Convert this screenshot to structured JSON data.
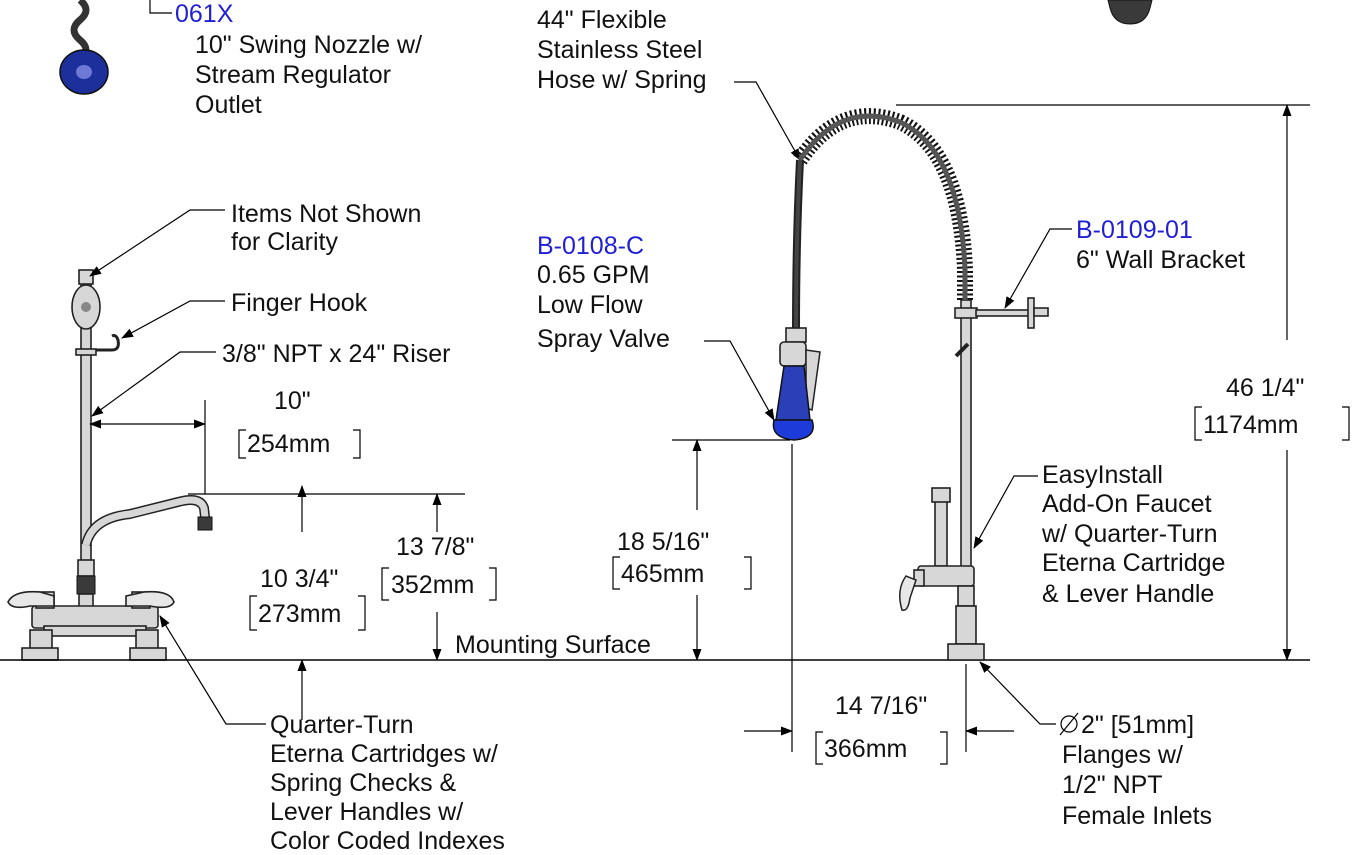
{
  "colors": {
    "part_number": "#1f1fd6",
    "spray_head": "#2a3fb8",
    "text": "#111111"
  },
  "callouts": {
    "swing_nozzle": {
      "part": "061X",
      "lines": [
        "10\" Swing Nozzle w/",
        "Stream Regulator",
        "Outlet"
      ]
    },
    "hose": {
      "lines": [
        "44\" Flexible",
        "Stainless Steel",
        "Hose w/ Spring"
      ]
    },
    "items_not_shown": {
      "lines": [
        "Items Not Shown",
        "for Clarity"
      ]
    },
    "finger_hook": {
      "lines": [
        "Finger Hook"
      ]
    },
    "riser": {
      "lines": [
        "3/8\" NPT x 24\" Riser"
      ]
    },
    "spray_valve": {
      "part": "B-0108-C",
      "lines": [
        "0.65 GPM",
        "Low Flow",
        "Spray Valve"
      ]
    },
    "wall_bracket": {
      "part": "B-0109-01",
      "lines": [
        "6\" Wall Bracket"
      ]
    },
    "add_on_faucet": {
      "lines": [
        "EasyInstall",
        "Add-On Faucet",
        "w/ Quarter-Turn",
        "Eterna Cartridge",
        "& Lever Handle"
      ]
    },
    "cartridges": {
      "lines": [
        "Quarter-Turn",
        "Eterna Cartridges w/",
        "Spring Checks &",
        "Lever Handles w/",
        "Color Coded Indexes"
      ]
    },
    "flanges": {
      "lines": [
        "2\" [51mm]",
        "Flanges w/",
        "1/2\" NPT",
        "Female Inlets"
      ]
    },
    "mounting_surface": {
      "lines": [
        "Mounting Surface"
      ]
    }
  },
  "dimensions": {
    "nozzle_reach": {
      "imperial": "10\"",
      "metric": "254mm"
    },
    "spout_height": {
      "imperial": "10 3/4\"",
      "metric": "273mm"
    },
    "nozzle_height": {
      "imperial": "13 7/8\"",
      "metric": "352mm"
    },
    "spray_height": {
      "imperial": "18 5/16\"",
      "metric": "465mm"
    },
    "overall_height": {
      "imperial": "46 1/4\"",
      "metric": "1174mm"
    },
    "spray_offset": {
      "imperial": "14 7/16\"",
      "metric": "366mm"
    }
  },
  "icons": [
    "diameter-icon",
    "spray-valve-icon",
    "swing-nozzle-icon",
    "spring-hose-icon"
  ]
}
